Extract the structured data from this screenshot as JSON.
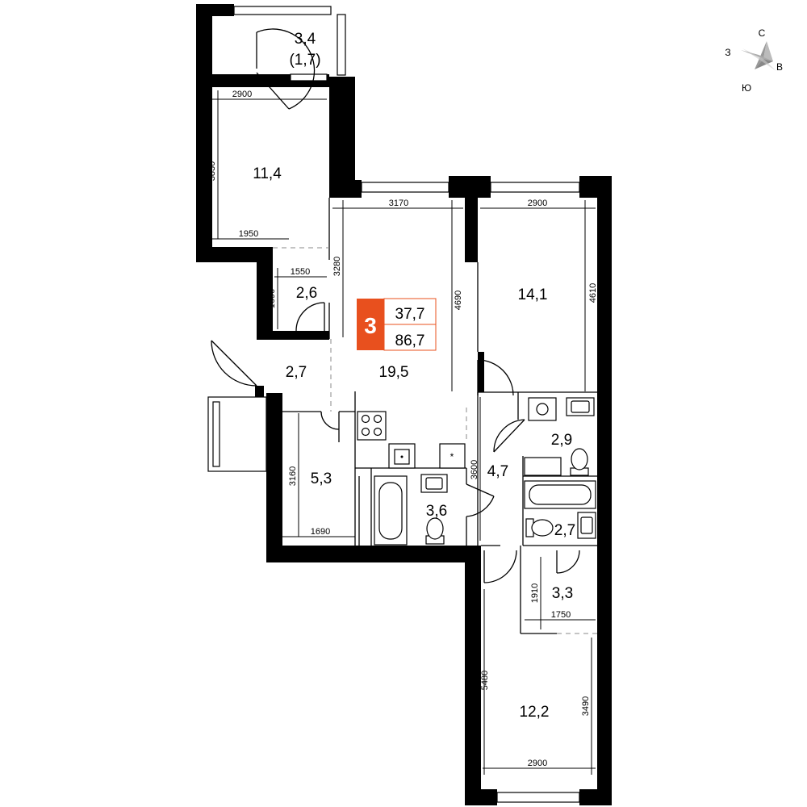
{
  "summary": {
    "rooms": "3",
    "living_area": "37,7",
    "total_area": "86,7",
    "badge_color": "#e8501e"
  },
  "compass": {
    "north": "С",
    "east": "В",
    "south": "Ю",
    "west": "З"
  },
  "rooms": {
    "balcony": "3,4",
    "balcony_reduced": "(1,7)",
    "bedroom_top_left": "11,4",
    "storage": "2,6",
    "hall": "2,7",
    "living_kitchen": "19,5",
    "bedroom_top_right": "14,1",
    "wardrobe_left": "5,3",
    "bath_main": "3,6",
    "corridor": "4,7",
    "bath_upper": "2,9",
    "bath_lower": "2,7",
    "wardrobe_right": "3,3",
    "bedroom_bottom": "12,2"
  },
  "dimensions": {
    "d2900_top": "2900",
    "d3830": "3830",
    "d1950": "1950",
    "d3170": "3170",
    "d3280": "3280",
    "d4690": "4690",
    "d2900_right": "2900",
    "d4610": "4610",
    "d1550": "1550",
    "d1690_v": "1690",
    "d3160": "3160",
    "d1690_h": "1690",
    "d3600": "3600",
    "d1910": "1910",
    "d1750": "1750",
    "d5480": "5480",
    "d3490": "3490",
    "d2900_bottom": "2900"
  }
}
